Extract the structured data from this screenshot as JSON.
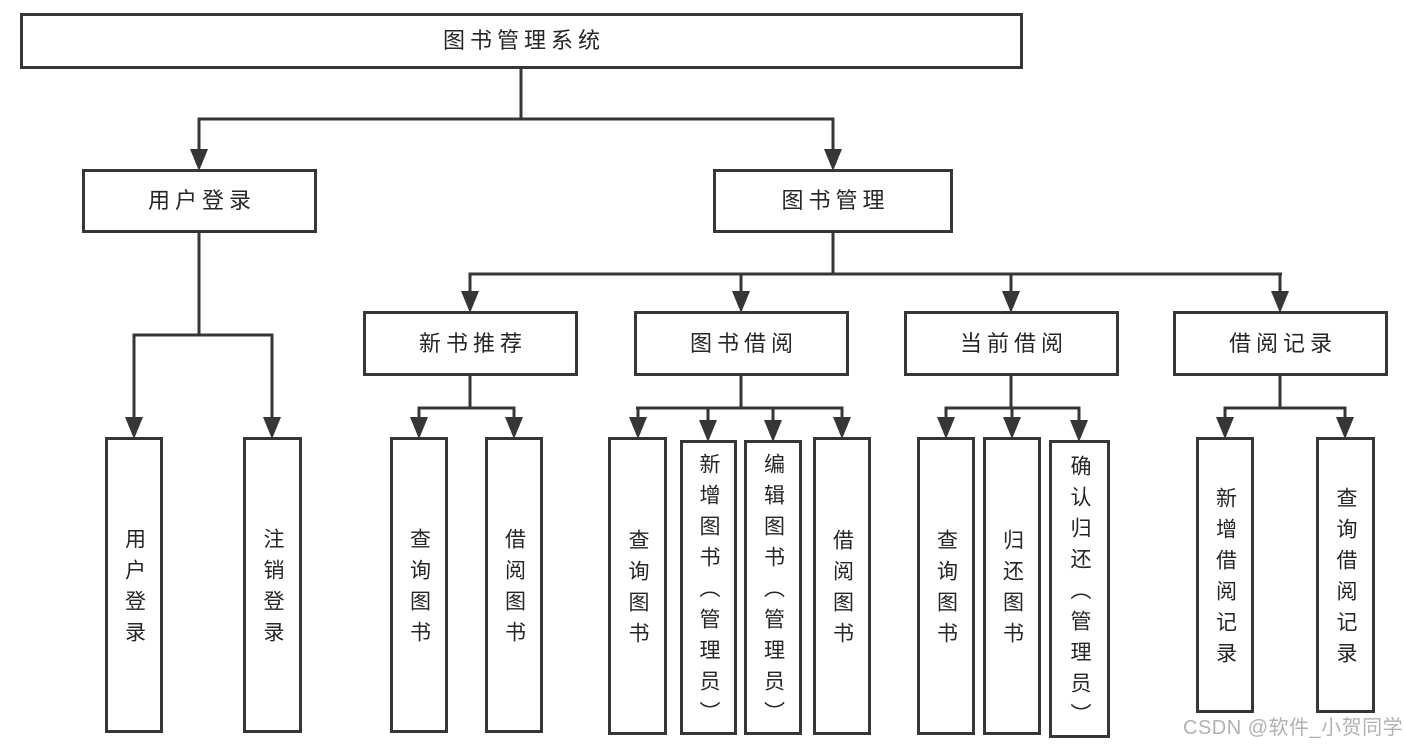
{
  "diagram": {
    "line_color": "#363636",
    "text_color": "#262626",
    "background_color": "#ffffff",
    "watermark_color": "#9e9e9e",
    "tree": {
      "root": "图书管理系统",
      "level2": [
        "用户登录",
        "图书管理"
      ],
      "level3": [
        "新书推荐",
        "图书借阅",
        "当前借阅",
        "借阅记录"
      ],
      "leaves": {
        "user_login": [
          "用户登录",
          "注销登录"
        ],
        "new_book_recommend": [
          "查询图书",
          "借阅图书"
        ],
        "book_borrow": [
          "查询图书",
          "新增图书（管理员）",
          "编辑图书（管理员）",
          "借阅图书"
        ],
        "current_borrow": [
          "查询图书",
          "归还图书",
          "确认归还（管理员）"
        ],
        "borrow_records": [
          "新增借阅记录",
          "查询借阅记录"
        ]
      }
    },
    "watermark": "CSDN @软件_小贺同学"
  }
}
